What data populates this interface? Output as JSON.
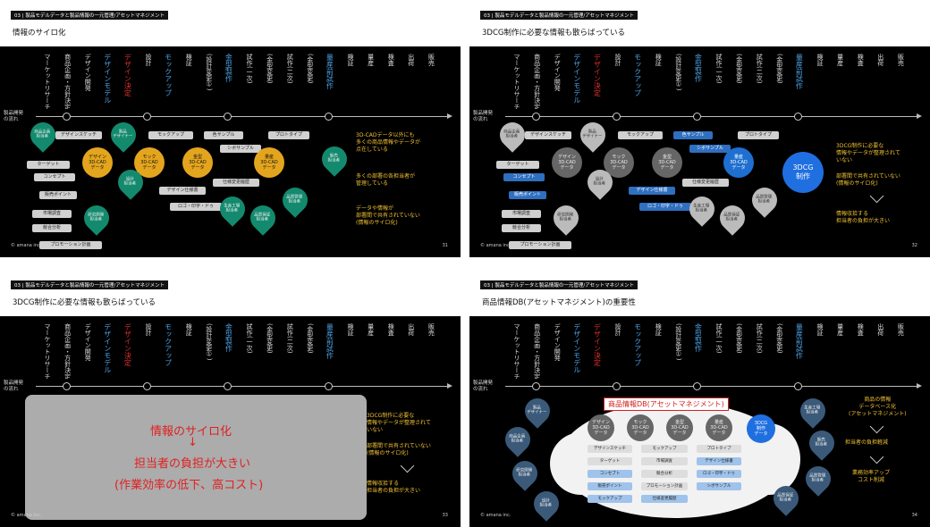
{
  "header_tag": "03 | 製品モデルデータと製品情報の一元管理/アセットマネジメント",
  "slides": [
    {
      "title": "情報のサイロ化",
      "page": "31"
    },
    {
      "title": "3DCG制作に必要な情報も散らばっている",
      "page": "32"
    },
    {
      "title": "3DCG制作に必要な情報も散らばっている",
      "page": "33"
    },
    {
      "title": "商品情報DB(アセットマネジメント)の重要性",
      "page": "34"
    }
  ],
  "copyright": "© amana inc.",
  "flow_label": "製品開発\nの流れ",
  "stages": [
    {
      "label": "マーケットリサーチ",
      "style": "normal"
    },
    {
      "label": "商品企画・方針決定",
      "style": "normal"
    },
    {
      "label": "デザイン開発",
      "style": "normal"
    },
    {
      "label": "デザインモデル",
      "style": "blue"
    },
    {
      "label": "デザイン決定",
      "style": "red"
    },
    {
      "label": "設計",
      "style": "normal"
    },
    {
      "label": "モックアップ",
      "style": "blue"
    },
    {
      "label": "検証",
      "style": "normal"
    },
    {
      "label": "(設計変更①)",
      "style": "normal"
    },
    {
      "label": "金型製作",
      "style": "blue"
    },
    {
      "label": "試作(一次)",
      "style": "normal"
    },
    {
      "label": "(金型変更)",
      "style": "normal"
    },
    {
      "label": "試作(二次)",
      "style": "normal"
    },
    {
      "label": "(金型変更)",
      "style": "normal"
    },
    {
      "label": "量産前試作",
      "style": "blue"
    },
    {
      "label": "検証",
      "style": "normal"
    },
    {
      "label": "量産",
      "style": "normal"
    },
    {
      "label": "検査",
      "style": "normal"
    },
    {
      "label": "出荷",
      "style": "normal"
    },
    {
      "label": "販売",
      "style": "normal"
    }
  ],
  "pills": {
    "target": "ターゲット",
    "concept": "コンセプト",
    "selling_point": "販売ポイント",
    "market": "市場調査",
    "competitor": "競合分析",
    "promotion": "プロモーション計画",
    "design_sketch": "デザインスケッチ",
    "mockup": "モックアップ",
    "design_spec": "デザイン仕様書",
    "logo": "ロゴ・印字・ドゥ",
    "color_sample": "色サンプル",
    "prototype": "プロトタイプ",
    "shibo": "シボサンプル",
    "spec_change": "仕様変更履歴"
  },
  "circles": {
    "design_3d": "デザイン\n3D-CAD\nデータ",
    "mock_3d": "モック\n3D-CAD\nデータ",
    "mold_3d": "金型\n3D-CAD\nデータ",
    "mass_3d": "量産\n3D-CAD\nデータ",
    "cg3d": "3DCG\n制作",
    "cg3d_db": "3DCG\n制作\nデータ"
  },
  "pins": {
    "planner": "商品企画\n担当者",
    "designer": "製品\nデザイナー",
    "design_dept": "設計\n担当者",
    "dev": "研究開発\n担当者",
    "factory": "生産工場\n担当者",
    "qa": "品質管理\n担当者",
    "sales": "販売\n担当者",
    "quality": "品質保証\n担当者"
  },
  "slide1_side": {
    "p1": "3D-CADデータ以外にも\n多くの商品情報やデータが\n点在している",
    "p2": "多くの部署の各担当者が\n管理している",
    "p3": "データや情報が\n部署間で共有されていない\n(情報のサイロ化)"
  },
  "slide2_side": {
    "p1": "3DCG制作に必要な\n情報やデータが整理されて\nいない",
    "p2": "部署間で共有されていない\n(情報のサイロ化)",
    "p3": "情報収拾する\n担当者の負担が大きい"
  },
  "slide3_overlay": {
    "line1": "情報のサイロ化",
    "arrow": "↓",
    "line2": "担当者の負担が大きい",
    "line3": "(作業効率の低下、高コスト)"
  },
  "slide4": {
    "db_title": "商品情報DB(アセットマネジメント)",
    "side1": "商品の情報\nデータベース化\n(アセットマネジメント)",
    "side2": "担当者の負担軽減",
    "side3": "業務効率アップ\nコスト削減"
  }
}
